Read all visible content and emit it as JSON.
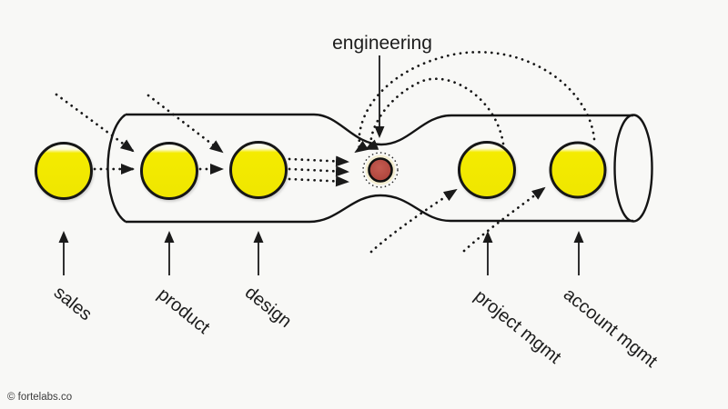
{
  "diagram": {
    "type": "pipeline-bottleneck",
    "bottleneck_label": "engineering",
    "stages": [
      {
        "label": "sales"
      },
      {
        "label": "product"
      },
      {
        "label": "design"
      },
      {
        "label": "project mgmt"
      },
      {
        "label": "account mgmt"
      }
    ],
    "flows": [
      "external input → product",
      "external input → design",
      "sales → product",
      "product → design",
      "design → engineering (3 parallel arrows)",
      "project mgmt → engineering (dotted arc over tube)",
      "account mgmt → engineering (dotted arc over tube)",
      "engineering → project mgmt (dotted curve under tube)",
      "engineering → account mgmt (dotted curve under tube)"
    ],
    "colors": {
      "background": "#f8f8f6",
      "stage_fill": "#f4eb00",
      "stage_highlight": "#ffffff",
      "bottleneck_fill": "#b3463c",
      "bottleneck_ring": "#f3edd0",
      "line": "#161616"
    }
  },
  "footer": {
    "watermark": "© fortelabs.co"
  }
}
